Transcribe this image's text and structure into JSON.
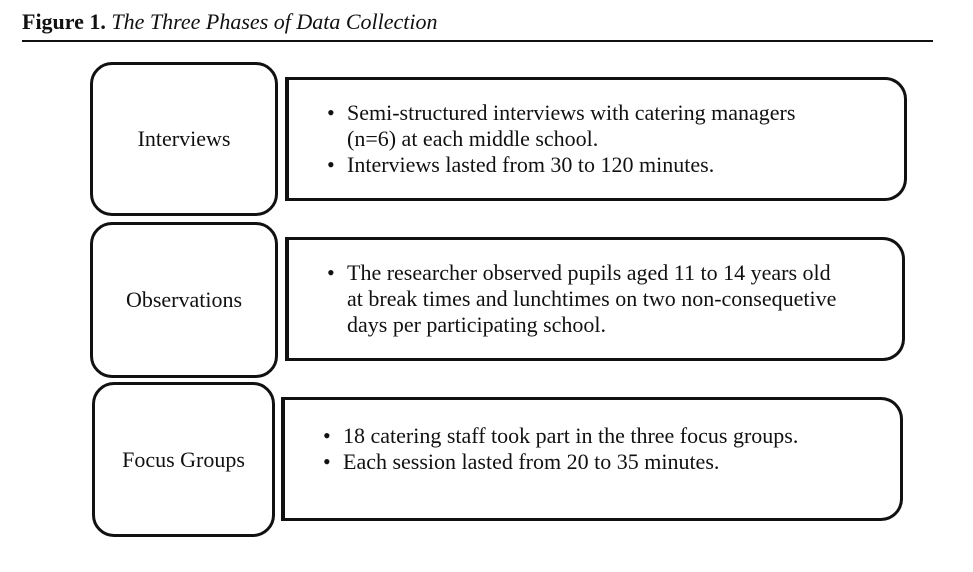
{
  "caption": {
    "number": "Figure 1.",
    "title": "The Three Phases of Data Collection"
  },
  "phases": [
    {
      "label": "Interviews",
      "bullets": [
        "Semi-structured interviews with catering managers (n=6) at each middle school.",
        "Interviews lasted from 30 to 120 minutes."
      ]
    },
    {
      "label": "Observations",
      "bullets": [
        "The researcher observed pupils aged 11 to 14 years old at break times and lunchtimes on two non-consequetive days per participating school."
      ]
    },
    {
      "label": "Focus Groups",
      "bullets": [
        "18 catering staff took part in the three focus groups.",
        "Each session lasted from 20 to 35 minutes."
      ]
    }
  ]
}
